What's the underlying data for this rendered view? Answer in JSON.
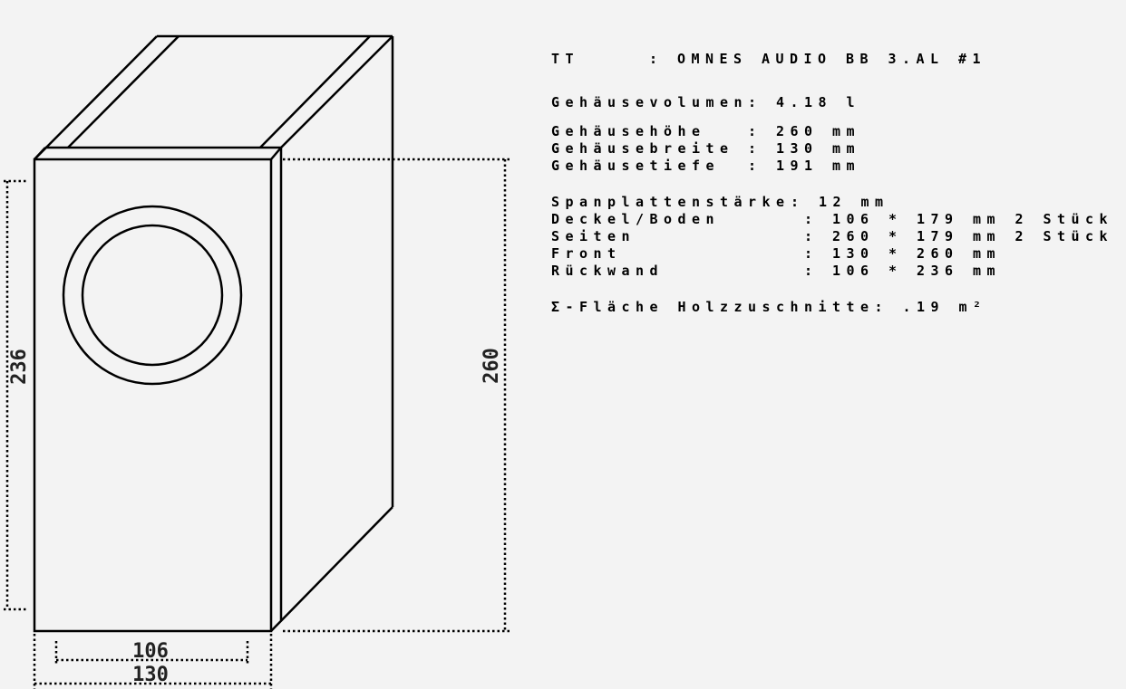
{
  "drawing": {
    "dimensions": {
      "front_width": "130",
      "inner_width": "106",
      "height": "260",
      "inner_height": "236"
    }
  },
  "specs": {
    "title": {
      "label": "TT",
      "value": ": OMNES AUDIO BB 3.AL #1"
    },
    "volume": {
      "label": "Gehäusevolumen",
      "value": ": 4.18 l"
    },
    "size": [
      {
        "label": "Gehäusehöhe",
        "value": ": 260 mm"
      },
      {
        "label": "Gehäusebreite",
        "value": ": 130 mm"
      },
      {
        "label": "Gehäusetiefe",
        "value": ": 191 mm"
      }
    ],
    "panels": [
      {
        "label": "Spanplattenstärke",
        "value": ": 12 mm"
      },
      {
        "label": "Deckel/Boden",
        "value": ": 106 * 179 mm 2 Stück"
      },
      {
        "label": "Seiten",
        "value": ": 260 * 179 mm 2 Stück"
      },
      {
        "label": "Front",
        "value": ": 130 * 260 mm"
      },
      {
        "label": "Rückwand",
        "value": ": 106 * 236 mm"
      }
    ],
    "total_area": "Σ-Fläche Holzzuschnitte: .19 m²"
  }
}
